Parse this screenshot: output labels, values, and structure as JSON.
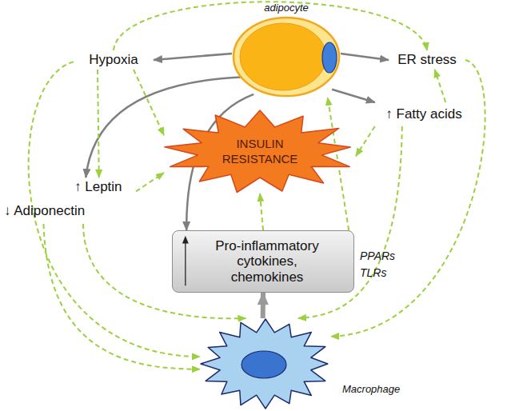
{
  "diagram": {
    "nodes": [
      {
        "text": [
          "adipocyte"
        ]
      },
      {
        "text": [
          "Hypoxia"
        ]
      },
      {
        "text": [
          "ER stress"
        ]
      },
      {
        "text": [
          "↑ Fatty acids"
        ]
      },
      {
        "text": [
          "INSULIN RESISTANCE"
        ]
      },
      {
        "text": [
          "↑ Leptin",
          "↓ Adiponectin"
        ]
      },
      {
        "text": [
          "Pro-inflammatory cytokines, chemokines"
        ]
      },
      {
        "text": [
          "Macrophage"
        ]
      }
    ],
    "edges": [
      {
        "from": 0,
        "to": 1,
        "arrow": "to"
      },
      {
        "from": 0,
        "to": 2,
        "arrow": "to"
      },
      {
        "from": 0,
        "to": 3,
        "arrow": "to"
      },
      {
        "from": 0,
        "to": 5,
        "arrow": "to"
      },
      {
        "from": 0,
        "to": 6,
        "arrow": "to"
      },
      {
        "from": 7,
        "to": 6,
        "arrow": "to"
      },
      {
        "from": 1,
        "to": 2,
        "arrow": "to"
      },
      {
        "from": 1,
        "to": 5,
        "arrow": "to"
      },
      {
        "from": 1,
        "to": 4,
        "arrow": "to"
      },
      {
        "from": 1,
        "to": 7,
        "arrow": "to"
      },
      {
        "from": 5,
        "to": 4,
        "arrow": "to"
      },
      {
        "from": 5,
        "to": 7,
        "arrow": "to"
      },
      {
        "from": 5,
        "to": 7,
        "arrow": "to"
      },
      {
        "from": 6,
        "to": 4,
        "arrow": "to"
      },
      {
        "from": 6,
        "to": 0,
        "arrow": "to"
      },
      {
        "from": 3,
        "to": 2,
        "arrow": "to"
      },
      {
        "from": 3,
        "to": 4,
        "arrow": "to"
      },
      {
        "from": 3,
        "to": 7,
        "arrow": "to"
      },
      {
        "from": 2,
        "to": 7,
        "arrow": "to"
      }
    ],
    "labels": [
      "PPARs",
      "TLRs"
    ]
  }
}
